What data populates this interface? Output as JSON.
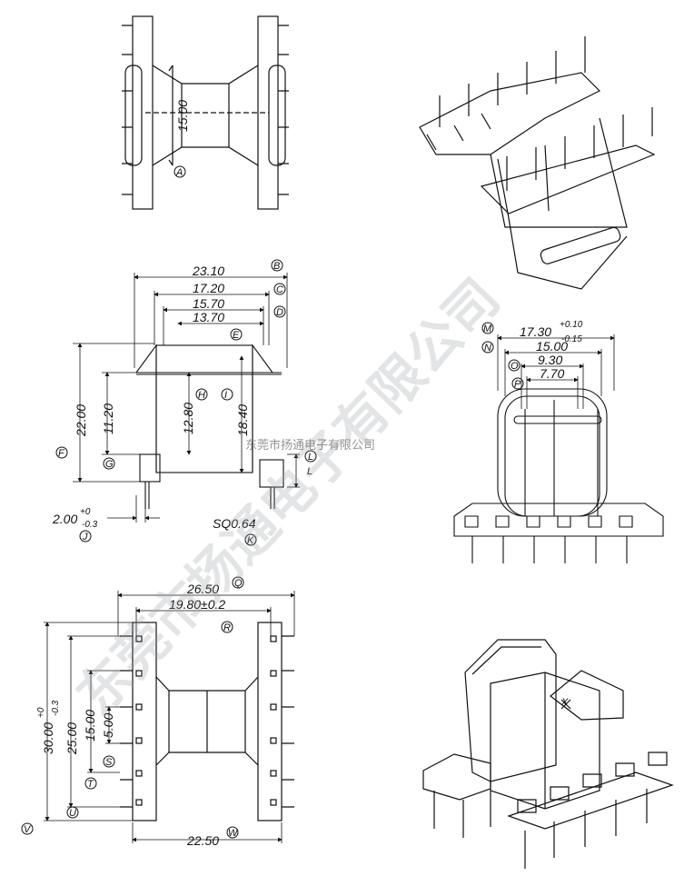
{
  "dimensions": {
    "top_height": "15.00",
    "mid_w1": "23.10",
    "mid_w2": "17.20",
    "mid_w3": "15.70",
    "mid_w4": "13.70",
    "mid_h1": "22.00",
    "mid_h2": "11.20",
    "mid_h3": "12.80",
    "mid_h4": "18.40",
    "pin_len": "2.00",
    "pin_len_tol_plus": "+0",
    "pin_len_tol_minus": "-0.3",
    "pin_sq": "SQ0.64",
    "pin_l": "L",
    "right_w1": "17.30",
    "right_w1_tol_plus": "+0.10",
    "right_w1_tol_minus": "-0.15",
    "right_w2": "15.00",
    "right_w3": "9.30",
    "right_w4": "7.70",
    "bot_w1": "26.50",
    "bot_w2": "19.80±0.2",
    "bot_w3": "22.50",
    "bot_h1": "30.00",
    "bot_h1_tol_plus": "+0",
    "bot_h1_tol_minus": "-0.3",
    "bot_h2": "25.00",
    "bot_h3": "15.00",
    "bot_h4": "5.00"
  },
  "labels": {
    "A": "A",
    "B": "B",
    "C": "C",
    "D": "D",
    "E": "E",
    "F": "F",
    "G": "G",
    "H": "H",
    "I": "I",
    "J": "J",
    "K": "K",
    "L": "L",
    "M": "M",
    "N": "N",
    "O": "O",
    "P": "P",
    "Q": "Q",
    "R": "R",
    "S": "S",
    "T": "T",
    "U": "U",
    "V": "V",
    "W": "W",
    "X": "X"
  },
  "watermark": {
    "large": "东莞市扬通电子有限公司",
    "small": "东莞市扬通电子有限公司"
  }
}
